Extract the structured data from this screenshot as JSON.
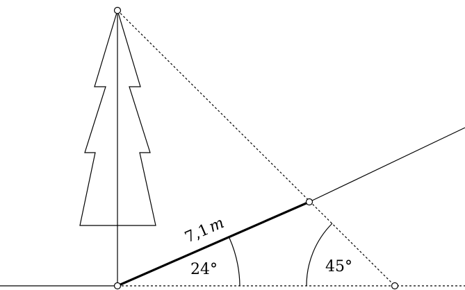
{
  "diagram": {
    "distance_label": {
      "value": "7,1",
      "unit": "m"
    },
    "angle_small_label": "24°",
    "angle_large_label": "45°",
    "colors": {
      "stroke": "#000000",
      "point_fill": "#ffffff"
    }
  }
}
